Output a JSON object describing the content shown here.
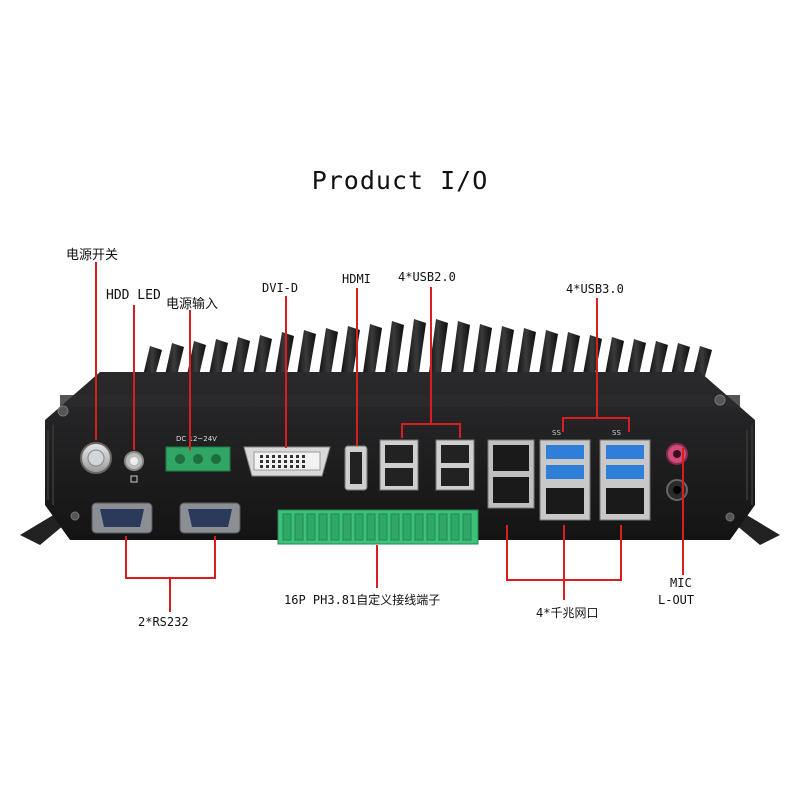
{
  "title": "Product I/O",
  "labels": {
    "power_switch": "电源开关",
    "hdd_led": "HDD LED",
    "power_input": "电源输入",
    "dvi": "DVI-D",
    "hdmi": "HDMI",
    "usb2": "4*USB2.0",
    "usb3": "4*USB3.0",
    "terminal": "16P PH3.81自定义接线端子",
    "rs232": "2*RS232",
    "lan": "4*千兆网口",
    "mic": "MIC",
    "lout": "L-OUT"
  },
  "panel_text": {
    "dc_label": "DC 12~24V",
    "ss_left": "SS",
    "ss_right": "SS"
  },
  "colors": {
    "callout": "#d81e1e",
    "chassis": "#1c1c1e",
    "terminal_green": "#3cc07a",
    "usb3_blue": "#2f7fd8",
    "mic_pink": "#d04a7c"
  }
}
